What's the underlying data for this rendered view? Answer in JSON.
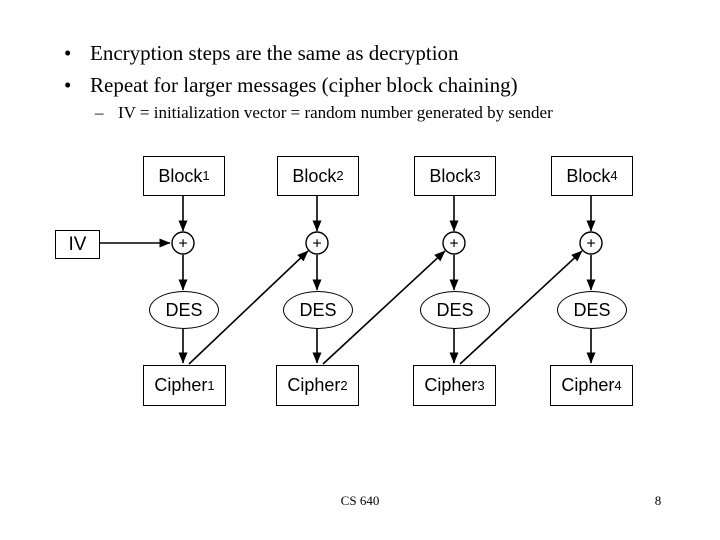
{
  "slide": {
    "bullets": [
      {
        "marker": "•",
        "text": "Encryption steps are the same as decryption"
      },
      {
        "marker": "•",
        "text": "Repeat for larger messages (cipher block chaining)"
      }
    ],
    "sub_bullets": [
      {
        "marker": "–",
        "text": "IV = initialization vector = random number generated by sender"
      }
    ],
    "diagram": {
      "iv_label": "IV",
      "xor_symbol": "+",
      "columns": [
        {
          "block_base": "Block",
          "block_sub": "1",
          "des_label": "DES",
          "cipher_base": "Cipher",
          "cipher_sub": "1"
        },
        {
          "block_base": "Block",
          "block_sub": "2",
          "des_label": "DES",
          "cipher_base": "Cipher",
          "cipher_sub": "2"
        },
        {
          "block_base": "Block",
          "block_sub": "3",
          "des_label": "DES",
          "cipher_base": "Cipher",
          "cipher_sub": "3"
        },
        {
          "block_base": "Block",
          "block_sub": "4",
          "des_label": "DES",
          "cipher_base": "Cipher",
          "cipher_sub": "4"
        }
      ]
    },
    "footer": {
      "course": "CS 640",
      "page_number": "8"
    },
    "colors": {
      "ink": "#000000",
      "background": "#ffffff"
    }
  }
}
